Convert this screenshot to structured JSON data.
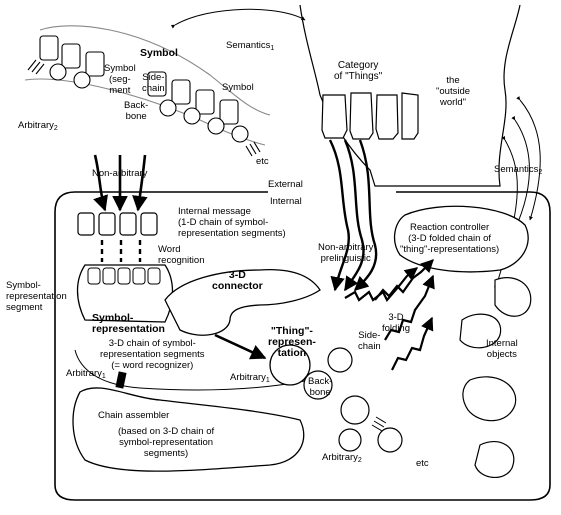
{
  "labels": {
    "symbol_title": "Symbol",
    "symbol_segment": [
      "Symbol",
      "(seg-",
      "ment"
    ],
    "side_chain_top": [
      "Side-",
      "chain"
    ],
    "backbone_top": [
      "Back-",
      "bone"
    ],
    "symbol_right": "Symbol",
    "arbitrary2_top": "Arbitrary",
    "arbitrary2_top_sub": "2",
    "etc_top": "etc",
    "semantics1": "Semantics",
    "semantics1_sub": "1",
    "category_things": [
      "Category",
      "of \"Things\""
    ],
    "outside_world": [
      "the",
      "\"outside",
      "world\""
    ],
    "semantics2": "Semantics",
    "semantics2_sub": "2",
    "non_arbitrary": "Non-arbitrary",
    "external": "External",
    "internal": "Internal",
    "internal_message": [
      "Internal message",
      "(1-D chain of symbol-",
      "representation segments)"
    ],
    "word_recognition": [
      "Word",
      "recognition"
    ],
    "non_arbitrary_prelinguistic": [
      "Non-arbitrary",
      "prelinguistic"
    ],
    "reaction_controller": [
      "Reaction controller",
      "(3-D folded chain of",
      "\"thing\"-representations)"
    ],
    "symbol_representation_segment": [
      "Symbol-",
      "representation",
      "segment"
    ],
    "connector_3d": [
      "3-D",
      "connector"
    ],
    "symbol_representation": [
      "Symbol-",
      "representation"
    ],
    "sr_desc": [
      "3-D chain of symbol-",
      "representation segments",
      "(= word recognizer)"
    ],
    "thing_representation": [
      "\"Thing\"-",
      "represen-",
      "tation"
    ],
    "folding_3d": [
      "3-D",
      "folding"
    ],
    "side_chain_bottom": [
      "Side-",
      "chain"
    ],
    "backbone_bottom": [
      "Back-",
      "bone"
    ],
    "internal_objects": [
      "Internal",
      "objects"
    ],
    "arbitrary1_left": "Arbitrary",
    "arbitrary1_left_sub": "1",
    "arbitrary1_mid": "Arbitrary",
    "arbitrary1_mid_sub": "1",
    "chain_assembler": "Chain assembler",
    "chain_assembler_desc": [
      "(based on 3-D chain of",
      "symbol-representation",
      "segments)"
    ],
    "arbitrary2_bottom": "Arbitrary",
    "arbitrary2_bottom_sub": "2",
    "etc_bottom": "etc"
  }
}
